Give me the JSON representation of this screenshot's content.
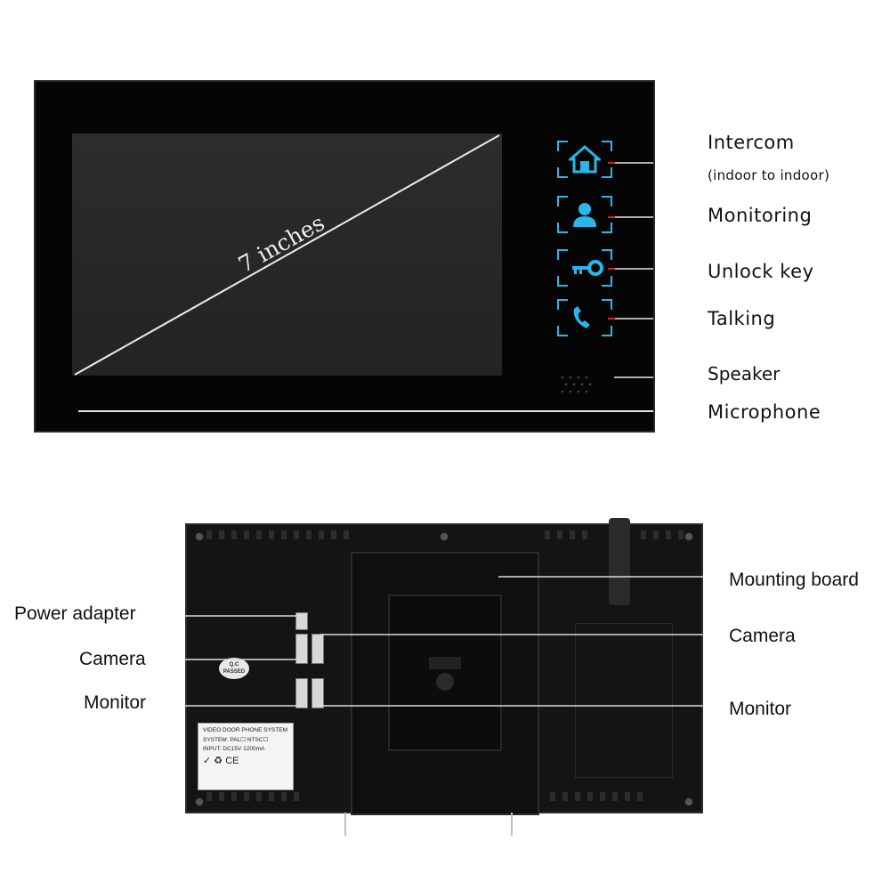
{
  "front": {
    "screen_size_label": "7 inches",
    "callouts": [
      {
        "label": "Intercom",
        "sublabel": "(indoor to indoor)"
      },
      {
        "label": "Monitoring"
      },
      {
        "label": "Unlock key"
      },
      {
        "label": "Talking"
      },
      {
        "label": "Speaker"
      },
      {
        "label": "Microphone"
      }
    ],
    "buttons": [
      "home-icon",
      "person-icon",
      "key-icon",
      "phone-icon"
    ],
    "button_color": "#29b6e8"
  },
  "back": {
    "left_callouts": [
      {
        "label": "Power adapter"
      },
      {
        "label": "Camera"
      },
      {
        "label": "Monitor"
      }
    ],
    "right_callouts": [
      {
        "label": "Mounting board"
      },
      {
        "label": "Camera"
      },
      {
        "label": "Monitor"
      }
    ],
    "sticker": {
      "line1": "Q.C",
      "line2": "PASSED"
    },
    "rating_label": {
      "title": "VIDEO DOOR PHONE SYSTEM",
      "system": "SYSTEM: PAL☐  NTSC☐",
      "input": "INPUT: DC15V 1200mA",
      "marks": "✓   ♻   CE"
    }
  }
}
